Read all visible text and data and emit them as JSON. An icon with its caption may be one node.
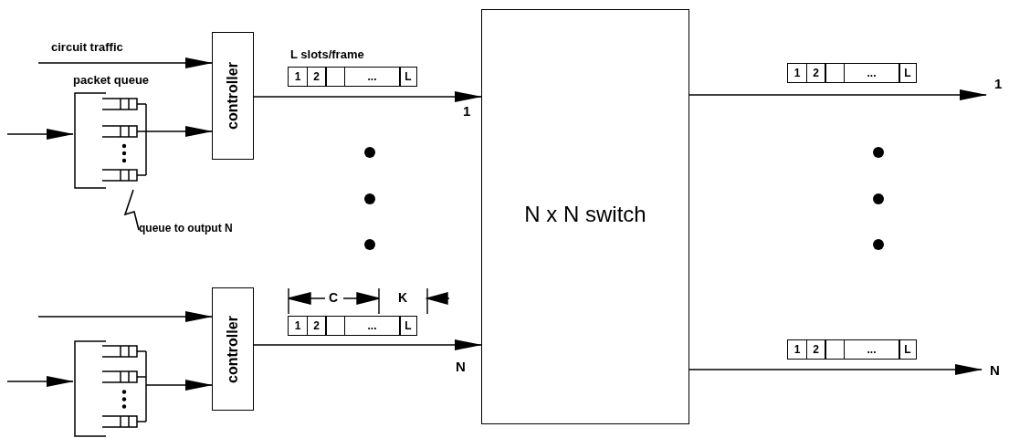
{
  "diagram": {
    "nodes": [
      {
        "text": [
          "controller"
        ]
      },
      {
        "text": [
          "packet queue"
        ]
      },
      {
        "text": [
          "controller"
        ]
      },
      {
        "text": [],
        "shape": "picture"
      },
      {
        "text": [
          "N x N switch"
        ]
      },
      {
        "text": [
          "queue to output N"
        ]
      }
    ],
    "edges": [
      {
        "from": null,
        "to": 0,
        "arrow": "to",
        "label": "circuit traffic"
      },
      {
        "from": null,
        "to": 1,
        "arrow": "to"
      },
      {
        "from": 1,
        "to": 0,
        "arrow": "to"
      },
      {
        "from": 0,
        "to": 4,
        "arrow": "to",
        "label": "1"
      },
      {
        "from": 4,
        "to": null,
        "arrow": "to",
        "label": "1"
      },
      {
        "from": null,
        "to": 2,
        "arrow": "to"
      },
      {
        "from": null,
        "to": 3,
        "arrow": "to"
      },
      {
        "from": 3,
        "to": 2,
        "arrow": "to"
      },
      {
        "from": 2,
        "to": 4,
        "arrow": "to",
        "label": "N"
      },
      {
        "from": 4,
        "to": null,
        "arrow": "to",
        "label": "N"
      },
      {
        "from": 5,
        "to": 1,
        "arrow": "none"
      }
    ],
    "labels": [
      "L slots/frame",
      "1",
      "2",
      "...",
      "L",
      "1",
      "2",
      "...",
      "L",
      "C",
      "K",
      "1",
      "2",
      "...",
      "L",
      "1",
      "2",
      "...",
      "L"
    ]
  }
}
